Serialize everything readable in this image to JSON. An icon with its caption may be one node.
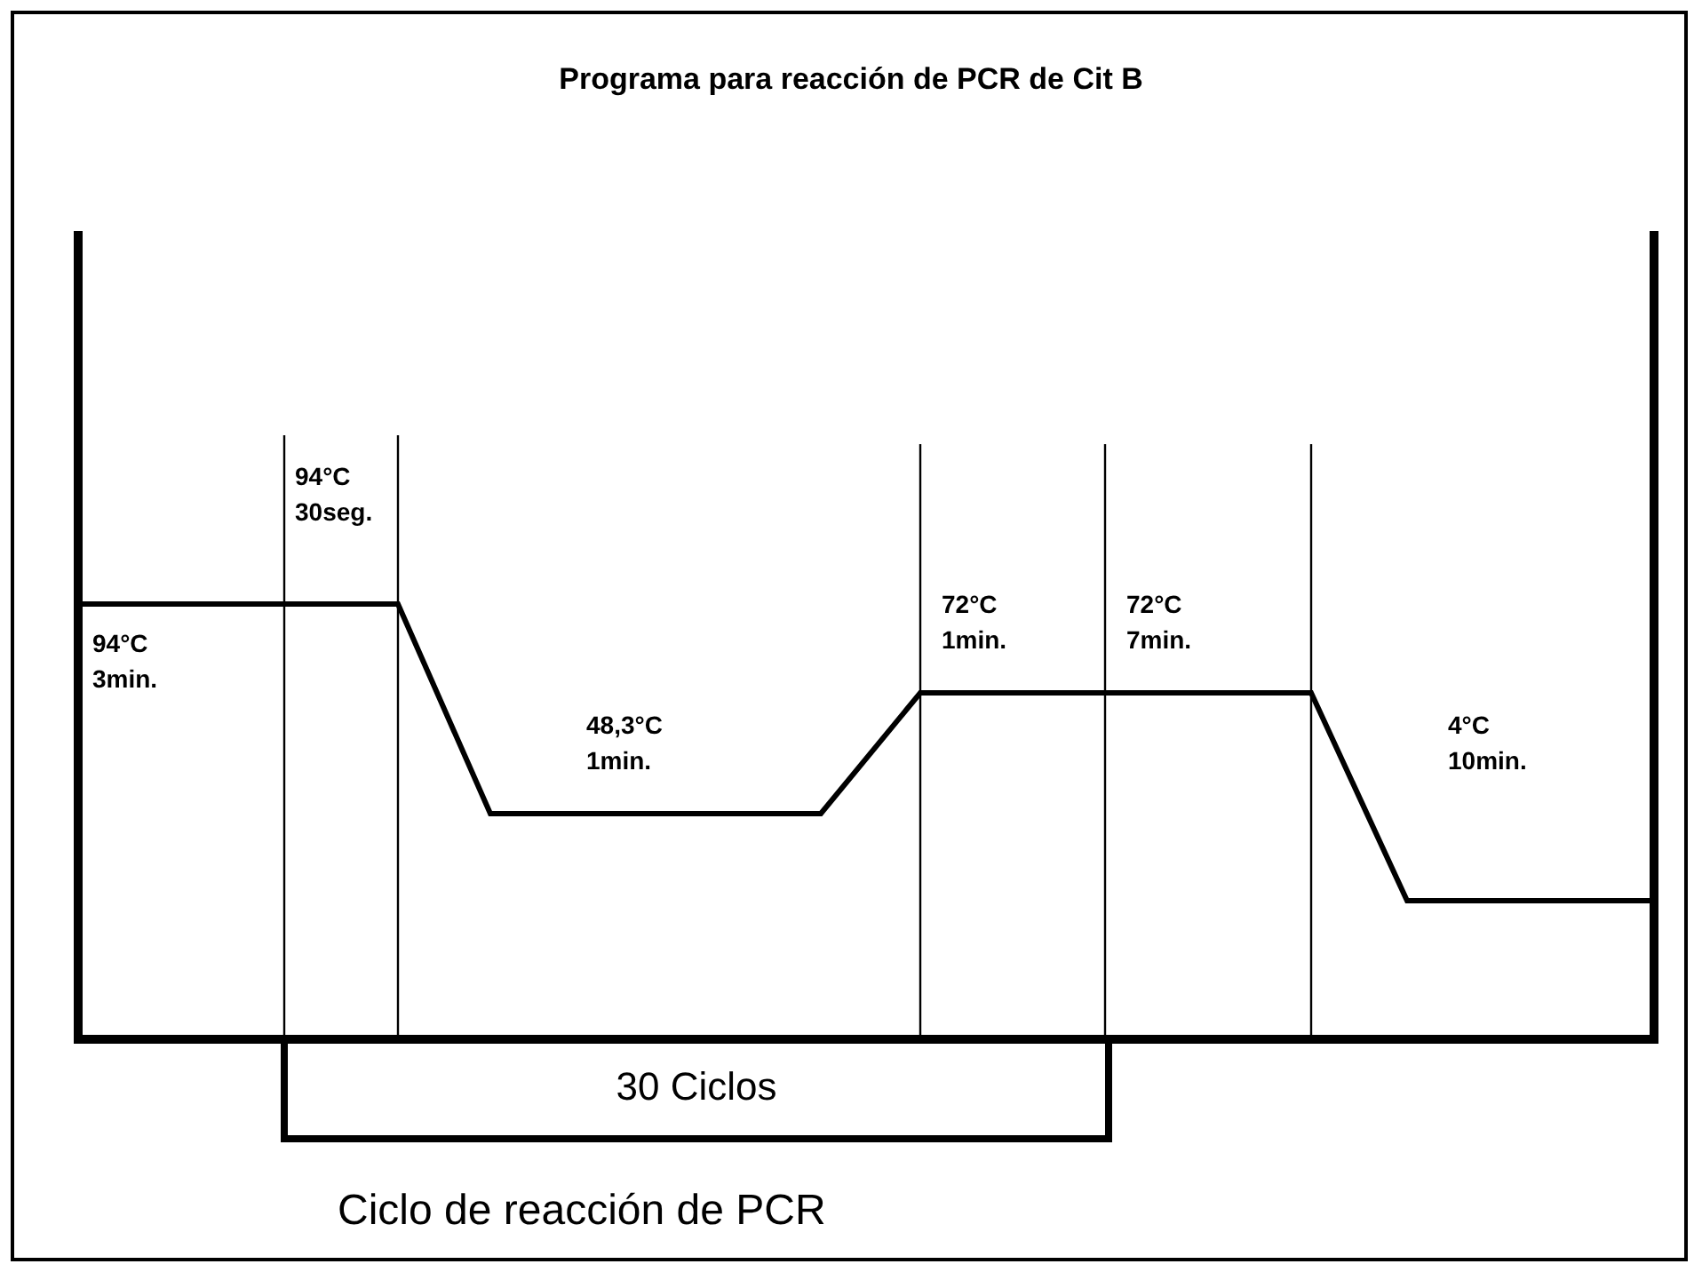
{
  "diagram": {
    "title": "Programa para reacción de PCR de Cit B",
    "nodes": [
      {
        "text": [
          "30 Ciclos"
        ]
      }
    ],
    "labels": [
      "94°C 3min.",
      "94°C 30seg.",
      "48,3°C 1min.",
      "72°C 1min.",
      "72°C 7min.",
      "4°C 10min."
    ],
    "caption": "Ciclo de reacción de PCR"
  }
}
